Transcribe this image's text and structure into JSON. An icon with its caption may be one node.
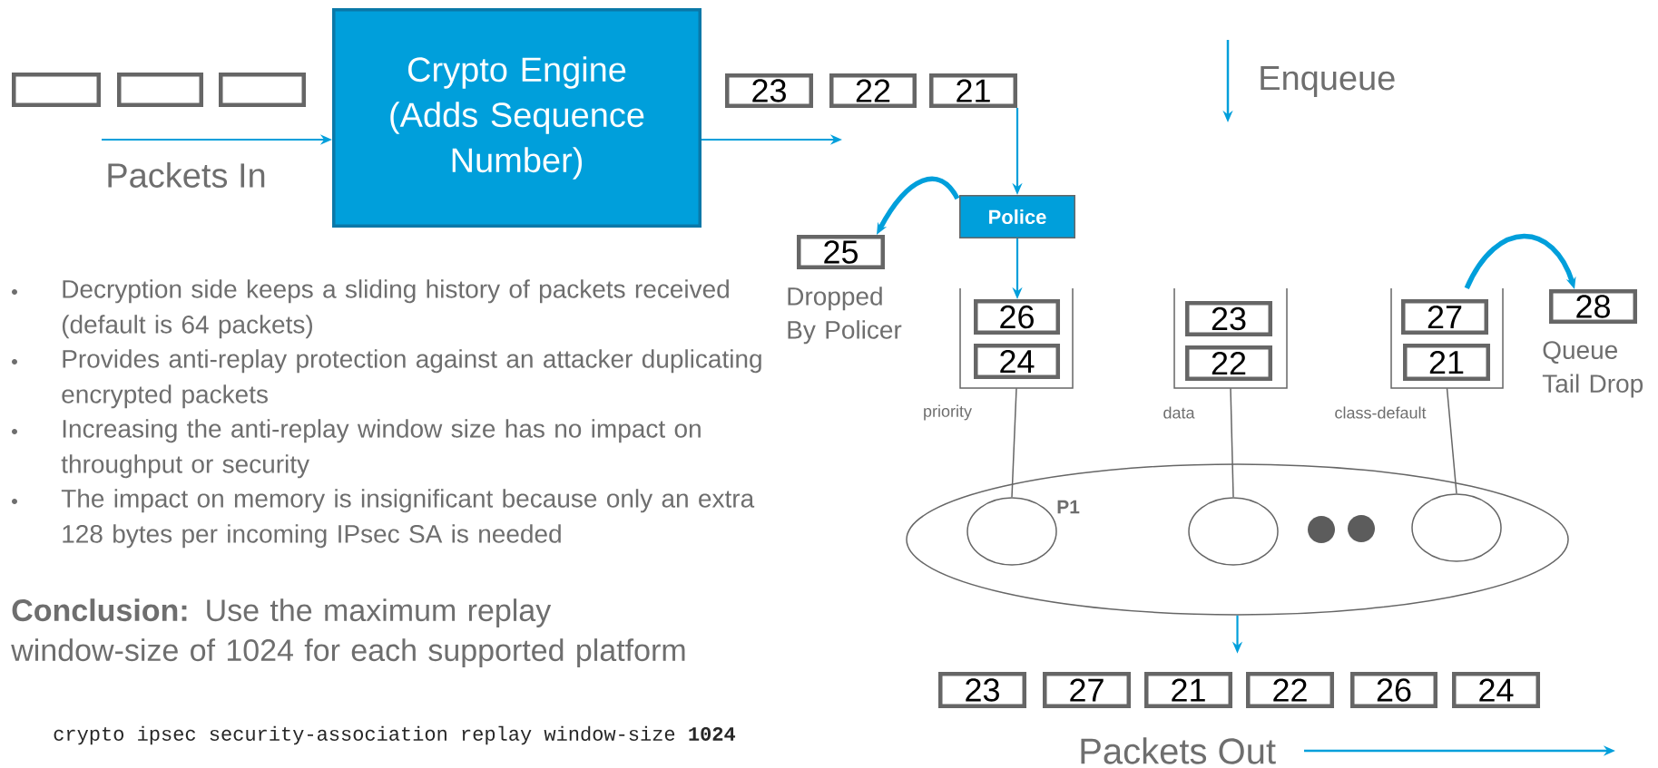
{
  "diagram": {
    "nodes": [
      {
        "text": [],
        "shape": "box"
      },
      {
        "text": [],
        "shape": "box"
      },
      {
        "text": [],
        "shape": "box"
      },
      {
        "text": [
          "Crypto Engine (Adds Sequence Number)"
        ]
      },
      {
        "text": [
          "23"
        ]
      },
      {
        "text": [
          "22"
        ]
      },
      {
        "text": [
          "21"
        ]
      },
      {
        "text": [
          "Police"
        ]
      },
      {
        "text": [
          "25"
        ],
        "beside": [
          "Dropped By Policer"
        ]
      },
      {
        "text": [],
        "shape": "bucket",
        "beside": [
          "priority"
        ]
      },
      {
        "text": [
          "26"
        ],
        "in": 9
      },
      {
        "text": [
          "24"
        ],
        "in": 9
      },
      {
        "text": [],
        "shape": "bucket",
        "beside": [
          "data"
        ]
      },
      {
        "text": [
          "23"
        ],
        "in": 12
      },
      {
        "text": [
          "22"
        ],
        "in": 12
      },
      {
        "text": [],
        "shape": "bucket",
        "beside": [
          "class-default"
        ]
      },
      {
        "text": [
          "27"
        ],
        "in": 15
      },
      {
        "text": [
          "21"
        ],
        "in": 15
      },
      {
        "text": [
          "28"
        ],
        "beside": [
          "Queue Tail Drop"
        ]
      },
      {
        "text": [],
        "shape": "ellipse"
      },
      {
        "text": [],
        "shape": "circle",
        "in": 19,
        "beside": [
          "P1"
        ]
      },
      {
        "text": [],
        "shape": "circle",
        "in": 19
      },
      {
        "text": [],
        "shape": "circle",
        "in": 19
      },
      {
        "text": [
          "23"
        ]
      },
      {
        "text": [
          "27"
        ]
      },
      {
        "text": [
          "21"
        ]
      },
      {
        "text": [
          "22"
        ]
      },
      {
        "text": [
          "26"
        ]
      },
      {
        "text": [
          "24"
        ]
      }
    ],
    "edges": [
      {
        "from": null,
        "to": 3,
        "arrow": "to",
        "label": "Packets In"
      },
      {
        "from": 3,
        "to": null,
        "arrow": "to"
      },
      {
        "from": 6,
        "to": 7,
        "arrow": "to"
      },
      {
        "from": 7,
        "to": 8,
        "arrow": "to",
        "style": "thick"
      },
      {
        "from": 7,
        "to": 10,
        "arrow": "to"
      },
      {
        "from": 15,
        "to": 18,
        "arrow": "to",
        "style": "thick"
      },
      {
        "from": 9,
        "to": 20,
        "arrow": "none",
        "color": "#666666"
      },
      {
        "from": 12,
        "to": 21,
        "arrow": "none",
        "color": "#666666"
      },
      {
        "from": 15,
        "to": 22,
        "arrow": "none",
        "color": "#666666"
      },
      {
        "from": 19,
        "to": null,
        "arrow": "to"
      }
    ],
    "labels": [
      "Enqueue",
      "Decryption side keeps a sliding history of packets received (default is 64 packets)",
      "Provides anti-replay protection against an attacker duplicating encrypted packets",
      "Increasing the anti-replay window size has no impact on throughput or security",
      "The impact on memory is insignificant because only an extra 128 bytes per incoming IPsec SA is needed",
      "**Conclusion:** Use the maximum replay window-size of 1024 for each supported platform",
      "crypto ipsec security-association replay window-size **1024**",
      "Packets Out"
    ]
  }
}
